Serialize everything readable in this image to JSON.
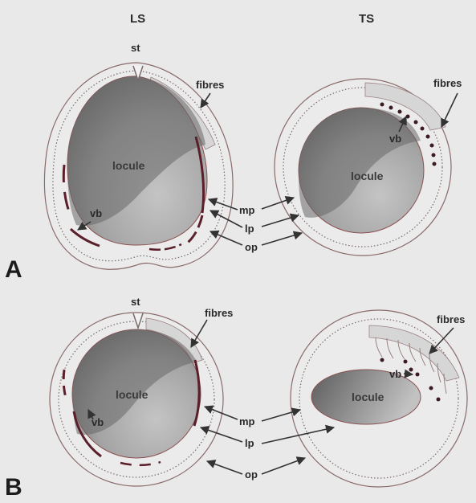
{
  "headings": {
    "ls": "LS",
    "ts": "TS"
  },
  "panels": {
    "a": "A",
    "b": "B"
  },
  "labels": {
    "st": "st",
    "fibres": "fibres",
    "locule": "locule",
    "vb": "vb",
    "mp": "mp",
    "lp": "lp",
    "op": "op"
  },
  "colors": {
    "background": "#e9e9e9",
    "locule_dark": "#6c6c6c",
    "locule_light": "#b9b9b9",
    "wall_outline": "#8a5050",
    "vascular_bundle": "#5a1f2a"
  }
}
